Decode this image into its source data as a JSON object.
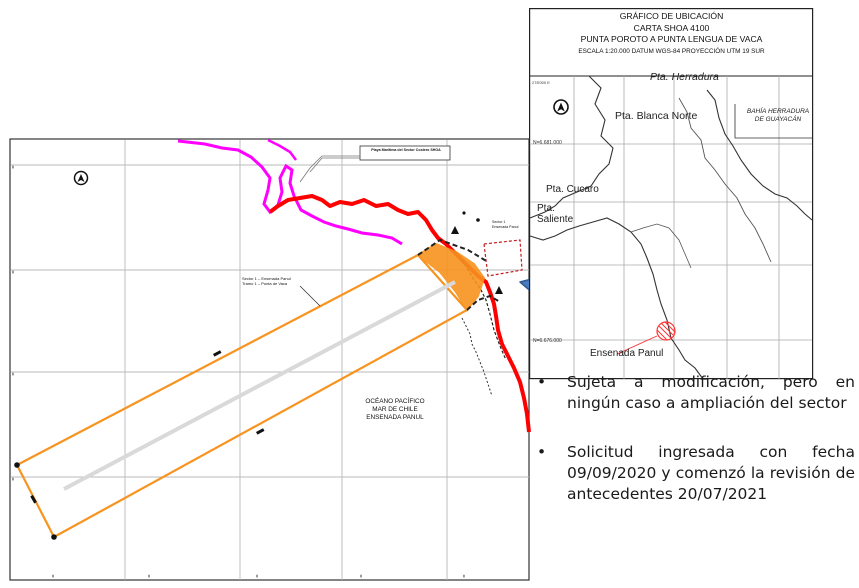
{
  "main_map": {
    "ocean_label_1": "OCÉANO PACÍFICO",
    "ocean_label_2": "MAR DE CHILE",
    "ocean_label_3": "ENSENADA PANUL",
    "callout_top": "Playa Marítima del Sector Costero SHOA",
    "sector_label_1": "Sector 1 – Ensenada Panul",
    "sector_label_2": "Tramo 1 – Punta de Vaca",
    "sector_label_right_1": "Sector 1",
    "sector_label_right_2": "Ensenada Panul",
    "north_symbol": "N",
    "colors": {
      "coast_magenta": "#ff00ff",
      "coast_red": "#ff0000",
      "polygon_orange": "#f7931e",
      "grid": "#b0b0b0",
      "pipe": "#d8d8d8"
    }
  },
  "inset_map": {
    "title_1": "GRÁFICO DE UBICACIÓN",
    "title_2": "CARTA SHOA 4100",
    "title_3": "PUNTA POROTO A PUNTA LENGUA DE VACA",
    "title_4": "ESCALA 1:20.000 DATUM WGS-84 PROYECCIÓN UTM 19 SUR",
    "place_1": "Pta. Herradura",
    "place_2": "Pta. Blanca Norte",
    "place_3": "BAHÍA HERRADURA",
    "place_4": "DE GUAYACÁN",
    "place_5": "Pta. Cucaro",
    "place_6": "Pta.",
    "place_7": "Saliente",
    "place_8": "Ensenada Panul",
    "coord_1": "N=6.681.000",
    "coord_2": "N=6.676.000",
    "coord_top": "278'000 E",
    "arrow_color": "#4a7bbf",
    "marker_color": "#ff3333"
  },
  "bullets": [
    {
      "symbol": "•",
      "text": "Sujeta a modificación, pero en ningún caso a ampliación del sector"
    },
    {
      "symbol": "•",
      "text": "Solicitud ingresada con fecha 09/09/2020 y comenzó la revisión de antecedentes 20/07/2021"
    }
  ]
}
